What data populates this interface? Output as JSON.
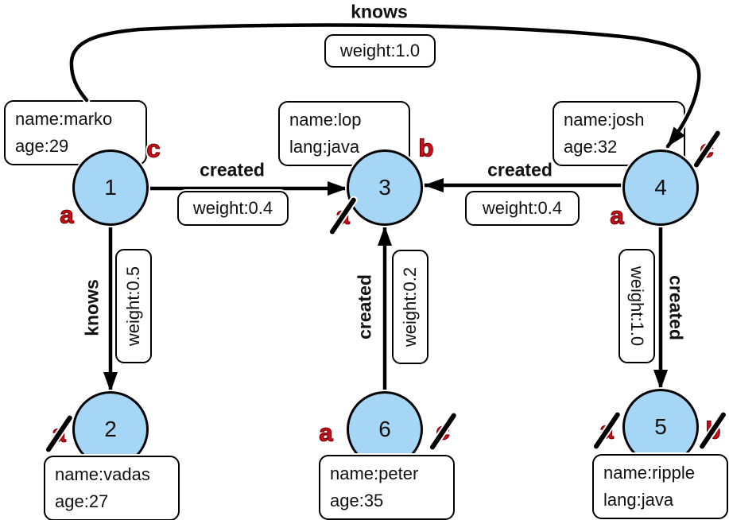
{
  "colors": {
    "node_fill": "#a5d6f6",
    "node_stroke": "#000000",
    "edge_stroke": "#000000",
    "marker_red": "#cf1019",
    "marker_red_outline": "#7d0008",
    "box_background": "#ffffff"
  },
  "nodes": [
    {
      "id": "1",
      "props": [
        "name:marko",
        "age:29"
      ],
      "markers": [
        {
          "label": "c",
          "struck": false
        },
        {
          "label": "a",
          "struck": false
        }
      ]
    },
    {
      "id": "2",
      "props": [
        "name:vadas",
        "age:27"
      ],
      "markers": [
        {
          "label": "a",
          "struck": true
        }
      ]
    },
    {
      "id": "3",
      "props": [
        "name:lop",
        "lang:java"
      ],
      "markers": [
        {
          "label": "b",
          "struck": false
        },
        {
          "label": "a",
          "struck": true
        }
      ]
    },
    {
      "id": "4",
      "props": [
        "name:josh",
        "age:32"
      ],
      "markers": [
        {
          "label": "c",
          "struck": true
        },
        {
          "label": "a",
          "struck": false
        }
      ]
    },
    {
      "id": "5",
      "props": [
        "name:ripple",
        "lang:java"
      ],
      "markers": [
        {
          "label": "a",
          "struck": true
        },
        {
          "label": "b",
          "struck": true
        }
      ]
    },
    {
      "id": "6",
      "props": [
        "name:peter",
        "age:35"
      ],
      "markers": [
        {
          "label": "a",
          "struck": false
        },
        {
          "label": "c",
          "struck": true
        }
      ]
    }
  ],
  "edges": [
    {
      "from": "1",
      "to": "4",
      "label": "knows",
      "weight": "weight:1.0"
    },
    {
      "from": "1",
      "to": "3",
      "label": "created",
      "weight": "weight:0.4"
    },
    {
      "from": "4",
      "to": "3",
      "label": "created",
      "weight": "weight:0.4"
    },
    {
      "from": "1",
      "to": "2",
      "label": "knows",
      "weight": "weight:0.5"
    },
    {
      "from": "6",
      "to": "3",
      "label": "created",
      "weight": "weight:0.2"
    },
    {
      "from": "4",
      "to": "5",
      "label": "created",
      "weight": "weight:1.0"
    }
  ]
}
